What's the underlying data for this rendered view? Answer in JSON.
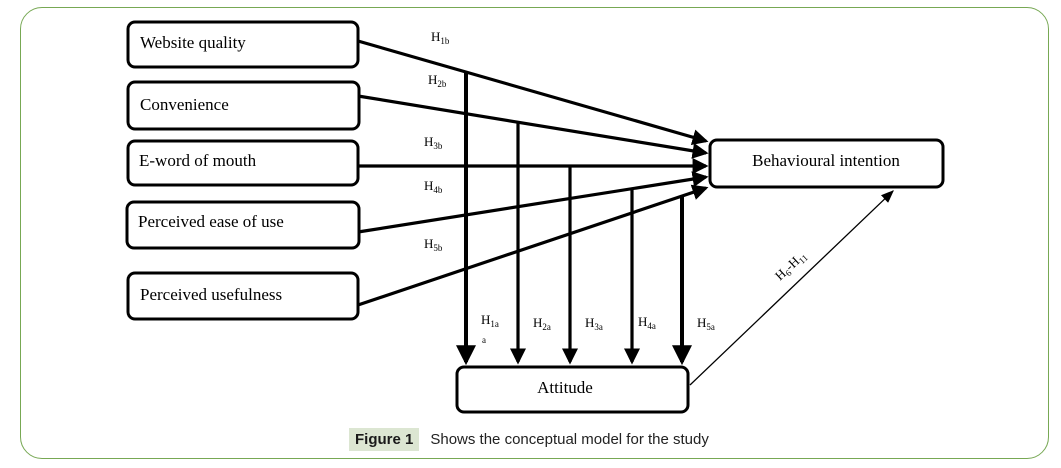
{
  "figure": {
    "caption_label": "Figure 1",
    "caption_text": "Shows the conceptual model for the study",
    "frame_color": "#77a854",
    "caption_bg": "#dce6d2"
  },
  "nodes": {
    "website_quality": "Website quality",
    "convenience": "Convenience",
    "e_word_of_mouth": "E-word of mouth",
    "perceived_ease_of_use": "Perceived ease of use",
    "perceived_usefulness": "Perceived usefulness",
    "behavioural_intention": "Behavioural intention",
    "attitude": "Attitude"
  },
  "hypotheses": {
    "h1b": {
      "base": "H",
      "sub": "1b"
    },
    "h2b": {
      "base": "H",
      "sub": "2b"
    },
    "h3b": {
      "base": "H",
      "sub": "3b"
    },
    "h4b": {
      "base": "H",
      "sub": "4b"
    },
    "h5b": {
      "base": "H",
      "sub": "5b"
    },
    "h1a": {
      "base": "H",
      "sub": "1a",
      "extra": "a"
    },
    "h2a": {
      "base": "H",
      "sub": "2a"
    },
    "h3a": {
      "base": "H",
      "sub": "3a"
    },
    "h4a": {
      "base": "H",
      "sub": "4a"
    },
    "h5a": {
      "base": "H",
      "sub": "5a"
    },
    "h6_h11": {
      "base1": "H",
      "sub1": "6",
      "dash": "-",
      "base2": "H",
      "sub2": "11"
    }
  },
  "edges": [
    {
      "from": "website_quality",
      "to": "behavioural_intention",
      "label": "H1b"
    },
    {
      "from": "convenience",
      "to": "behavioural_intention",
      "label": "H2b"
    },
    {
      "from": "e_word_of_mouth",
      "to": "behavioural_intention",
      "label": "H3b"
    },
    {
      "from": "perceived_ease_of_use",
      "to": "behavioural_intention",
      "label": "H4b"
    },
    {
      "from": "perceived_usefulness",
      "to": "behavioural_intention",
      "label": "H5b"
    },
    {
      "from": "website_quality",
      "to": "attitude",
      "label": "H1a"
    },
    {
      "from": "convenience",
      "to": "attitude",
      "label": "H2a"
    },
    {
      "from": "e_word_of_mouth",
      "to": "attitude",
      "label": "H3a"
    },
    {
      "from": "perceived_ease_of_use",
      "to": "attitude",
      "label": "H4a"
    },
    {
      "from": "perceived_usefulness",
      "to": "attitude",
      "label": "H5a"
    },
    {
      "from": "attitude",
      "to": "behavioural_intention",
      "label": "H6-H11"
    }
  ]
}
